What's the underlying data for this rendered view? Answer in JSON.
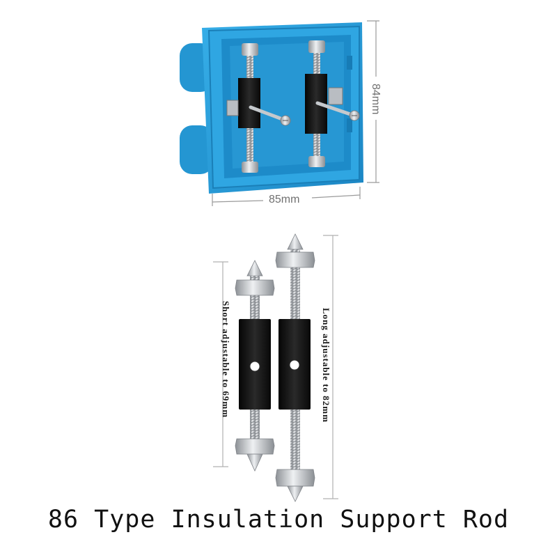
{
  "photo": {
    "box_width_label": "85mm",
    "box_height_label": "84mm",
    "short_rod_label": "Short adjustable to 69mm",
    "long_rod_label": "Long adjustable to 82mm"
  },
  "caption": "86 Type Insulation Support Rod",
  "colors": {
    "box_blue": "#2aa0dc",
    "box_dark": "#1a7fb8",
    "block_black": "#141414",
    "steel": "#c9ccd0"
  }
}
